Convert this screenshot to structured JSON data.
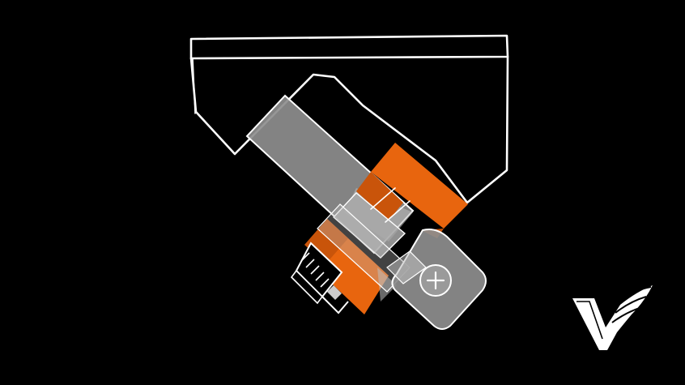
{
  "diagram": {
    "colors": {
      "background": "#000000",
      "outline": "#ffffff",
      "arm_fill": "#8e8e8e",
      "arm_fill_light": "#bdbdbd",
      "bearing_orange": "#e8650e",
      "bearing_orange_dark": "#c9540a",
      "logo": "#ffffff"
    },
    "parts": [
      "housing-bracket",
      "lever-arm",
      "upper-bearing",
      "lower-bearing",
      "pivot-plate",
      "pivot-screw",
      "threaded-stud"
    ],
    "icons": {
      "pivot_screw": "cross-screw-icon",
      "logo": "winged-v-logo-icon"
    }
  }
}
